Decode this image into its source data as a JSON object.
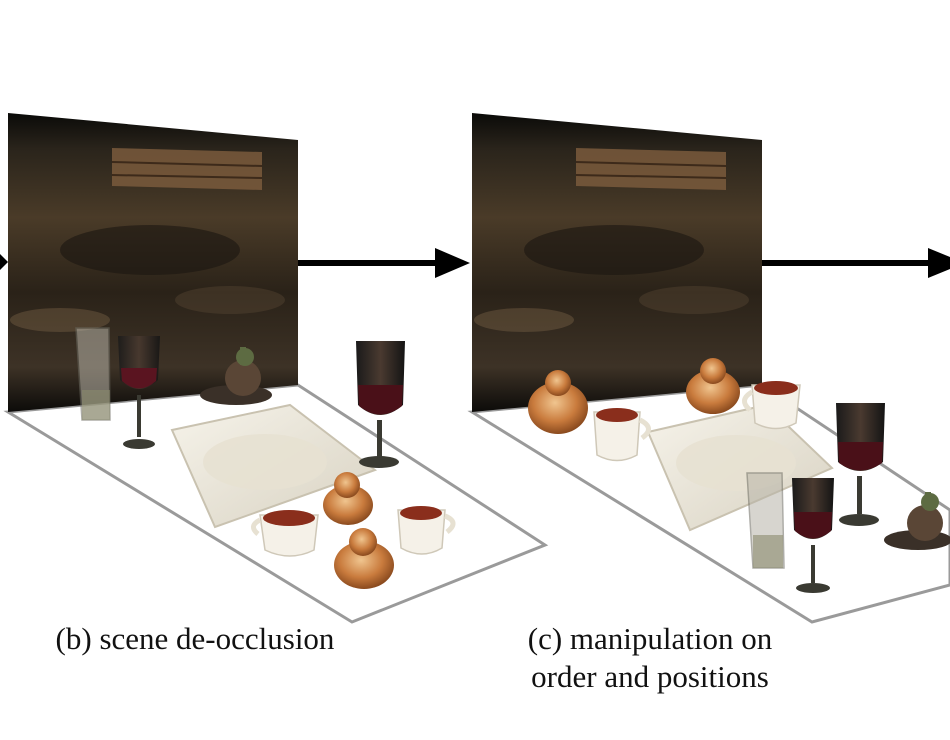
{
  "panels": [
    {
      "id": "b",
      "caption": "(b) scene de-occlusion"
    },
    {
      "id": "c",
      "caption_line1": "(c) manipulation on",
      "caption_line2": "order and positions"
    }
  ],
  "colors": {
    "background": "#ffffff",
    "arrow": "#000000",
    "floor_outline": "#9a9a9a",
    "backdrop_dark": "#1e1a14",
    "wine": "#3a0d12",
    "coffee": "#7a2a1a",
    "donut": "#c77a3e"
  },
  "icons": [
    "arrow-right-icon",
    "wine-glass-icon",
    "water-glass-icon",
    "cup-icon",
    "donut-icon",
    "plate-icon",
    "snail-figurine-icon"
  ]
}
